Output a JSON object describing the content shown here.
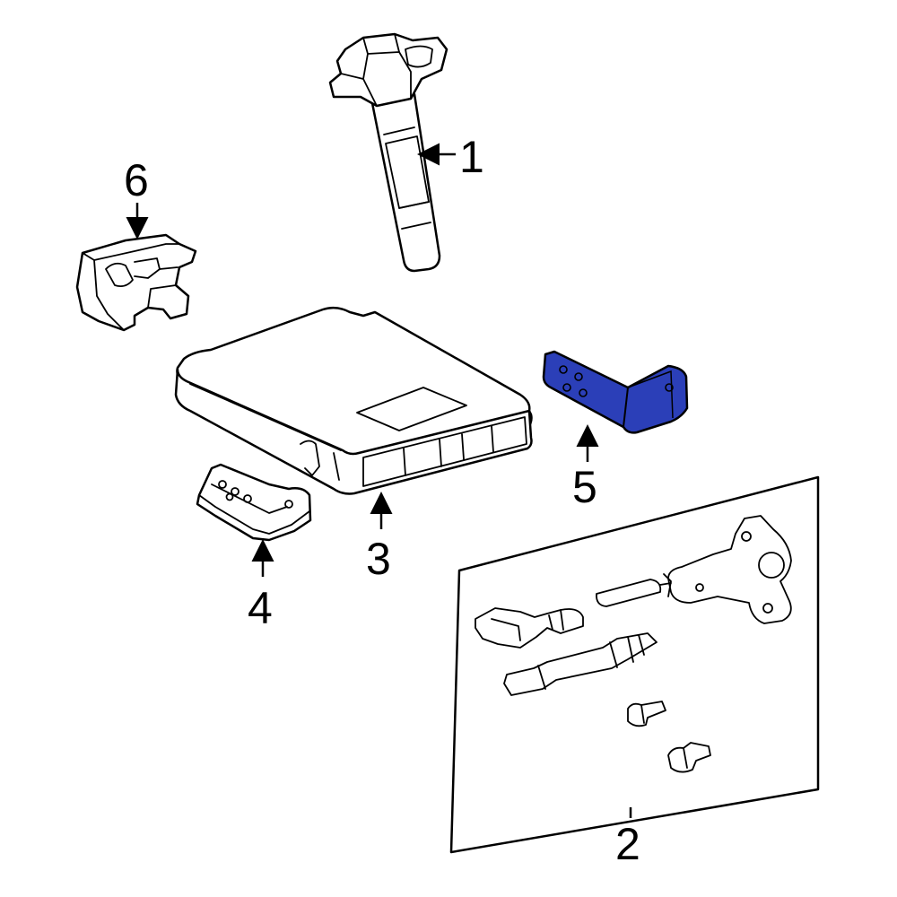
{
  "diagram": {
    "callouts": {
      "part1": "1",
      "part2": "2",
      "part3": "3",
      "part4": "4",
      "part5": "5",
      "part6": "6"
    },
    "colors": {
      "highlight": "#2b3fb8",
      "line": "#000000",
      "background": "#ffffff"
    },
    "highlighted_part": "5"
  }
}
